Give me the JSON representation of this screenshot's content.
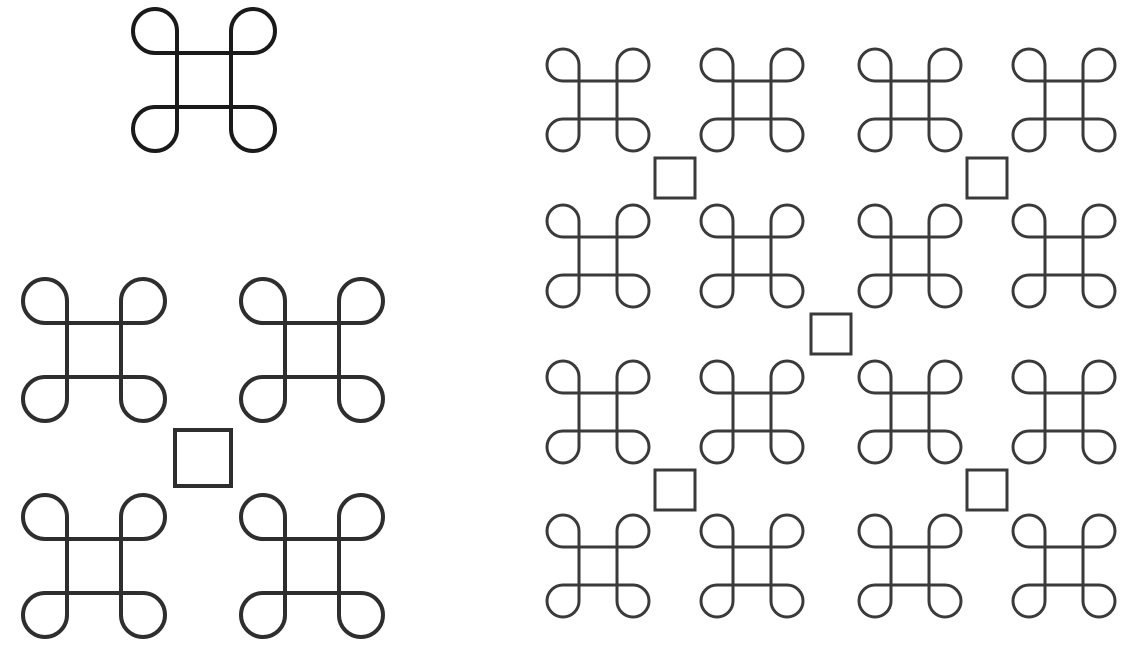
{
  "figure": {
    "description_text": "",
    "colors": {
      "background": "#ffffff",
      "level1_stroke": "#1a1a1a",
      "level2_stroke": "#2e2e2e",
      "level3_stroke": "#3a3a3a"
    },
    "motif_icon": "bowen-knot-icon",
    "panels": [
      {
        "id": "level-1",
        "iterations": 1,
        "knot_count": 1
      },
      {
        "id": "level-2",
        "iterations": 2,
        "knot_count": 4
      },
      {
        "id": "level-3",
        "iterations": 3,
        "knot_count": 16
      }
    ]
  }
}
